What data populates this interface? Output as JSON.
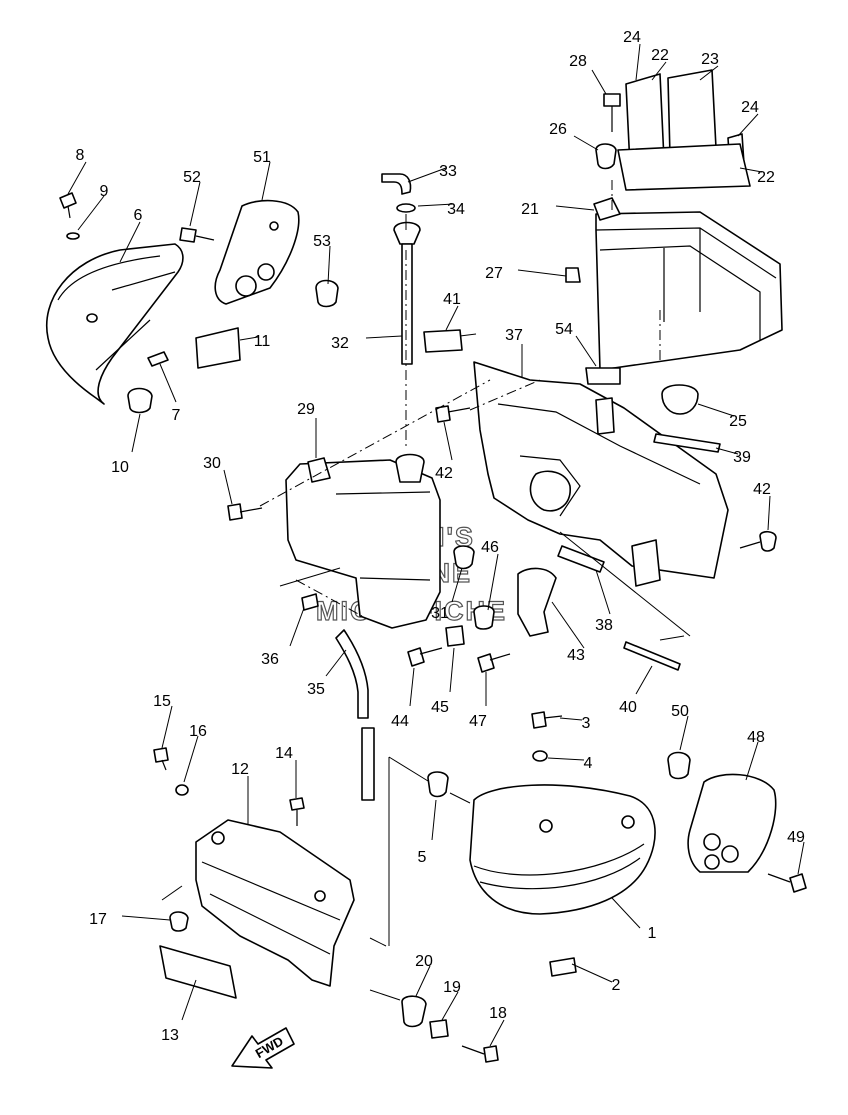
{
  "watermark": {
    "line1": "HLSM'S",
    "line2": "ONLINE",
    "line3": "MICROFICHE"
  },
  "fwd_label": "FWD",
  "callouts": [
    {
      "n": "1"
    },
    {
      "n": "2"
    },
    {
      "n": "3"
    },
    {
      "n": "4"
    },
    {
      "n": "5"
    },
    {
      "n": "6"
    },
    {
      "n": "7"
    },
    {
      "n": "8"
    },
    {
      "n": "9"
    },
    {
      "n": "10"
    },
    {
      "n": "11"
    },
    {
      "n": "12"
    },
    {
      "n": "13"
    },
    {
      "n": "14"
    },
    {
      "n": "15"
    },
    {
      "n": "16"
    },
    {
      "n": "17"
    },
    {
      "n": "18"
    },
    {
      "n": "19"
    },
    {
      "n": "20"
    },
    {
      "n": "21"
    },
    {
      "n": "22"
    },
    {
      "n": "22"
    },
    {
      "n": "23"
    },
    {
      "n": "24"
    },
    {
      "n": "24"
    },
    {
      "n": "25"
    },
    {
      "n": "26"
    },
    {
      "n": "27"
    },
    {
      "n": "28"
    },
    {
      "n": "29"
    },
    {
      "n": "30"
    },
    {
      "n": "31"
    },
    {
      "n": "32"
    },
    {
      "n": "33"
    },
    {
      "n": "34"
    },
    {
      "n": "35"
    },
    {
      "n": "36"
    },
    {
      "n": "37"
    },
    {
      "n": "38"
    },
    {
      "n": "39"
    },
    {
      "n": "40"
    },
    {
      "n": "41"
    },
    {
      "n": "42"
    },
    {
      "n": "42"
    },
    {
      "n": "43"
    },
    {
      "n": "44"
    },
    {
      "n": "45"
    },
    {
      "n": "46"
    },
    {
      "n": "47"
    },
    {
      "n": "48"
    },
    {
      "n": "49"
    },
    {
      "n": "50"
    },
    {
      "n": "51"
    },
    {
      "n": "52"
    },
    {
      "n": "53"
    },
    {
      "n": "54"
    }
  ]
}
